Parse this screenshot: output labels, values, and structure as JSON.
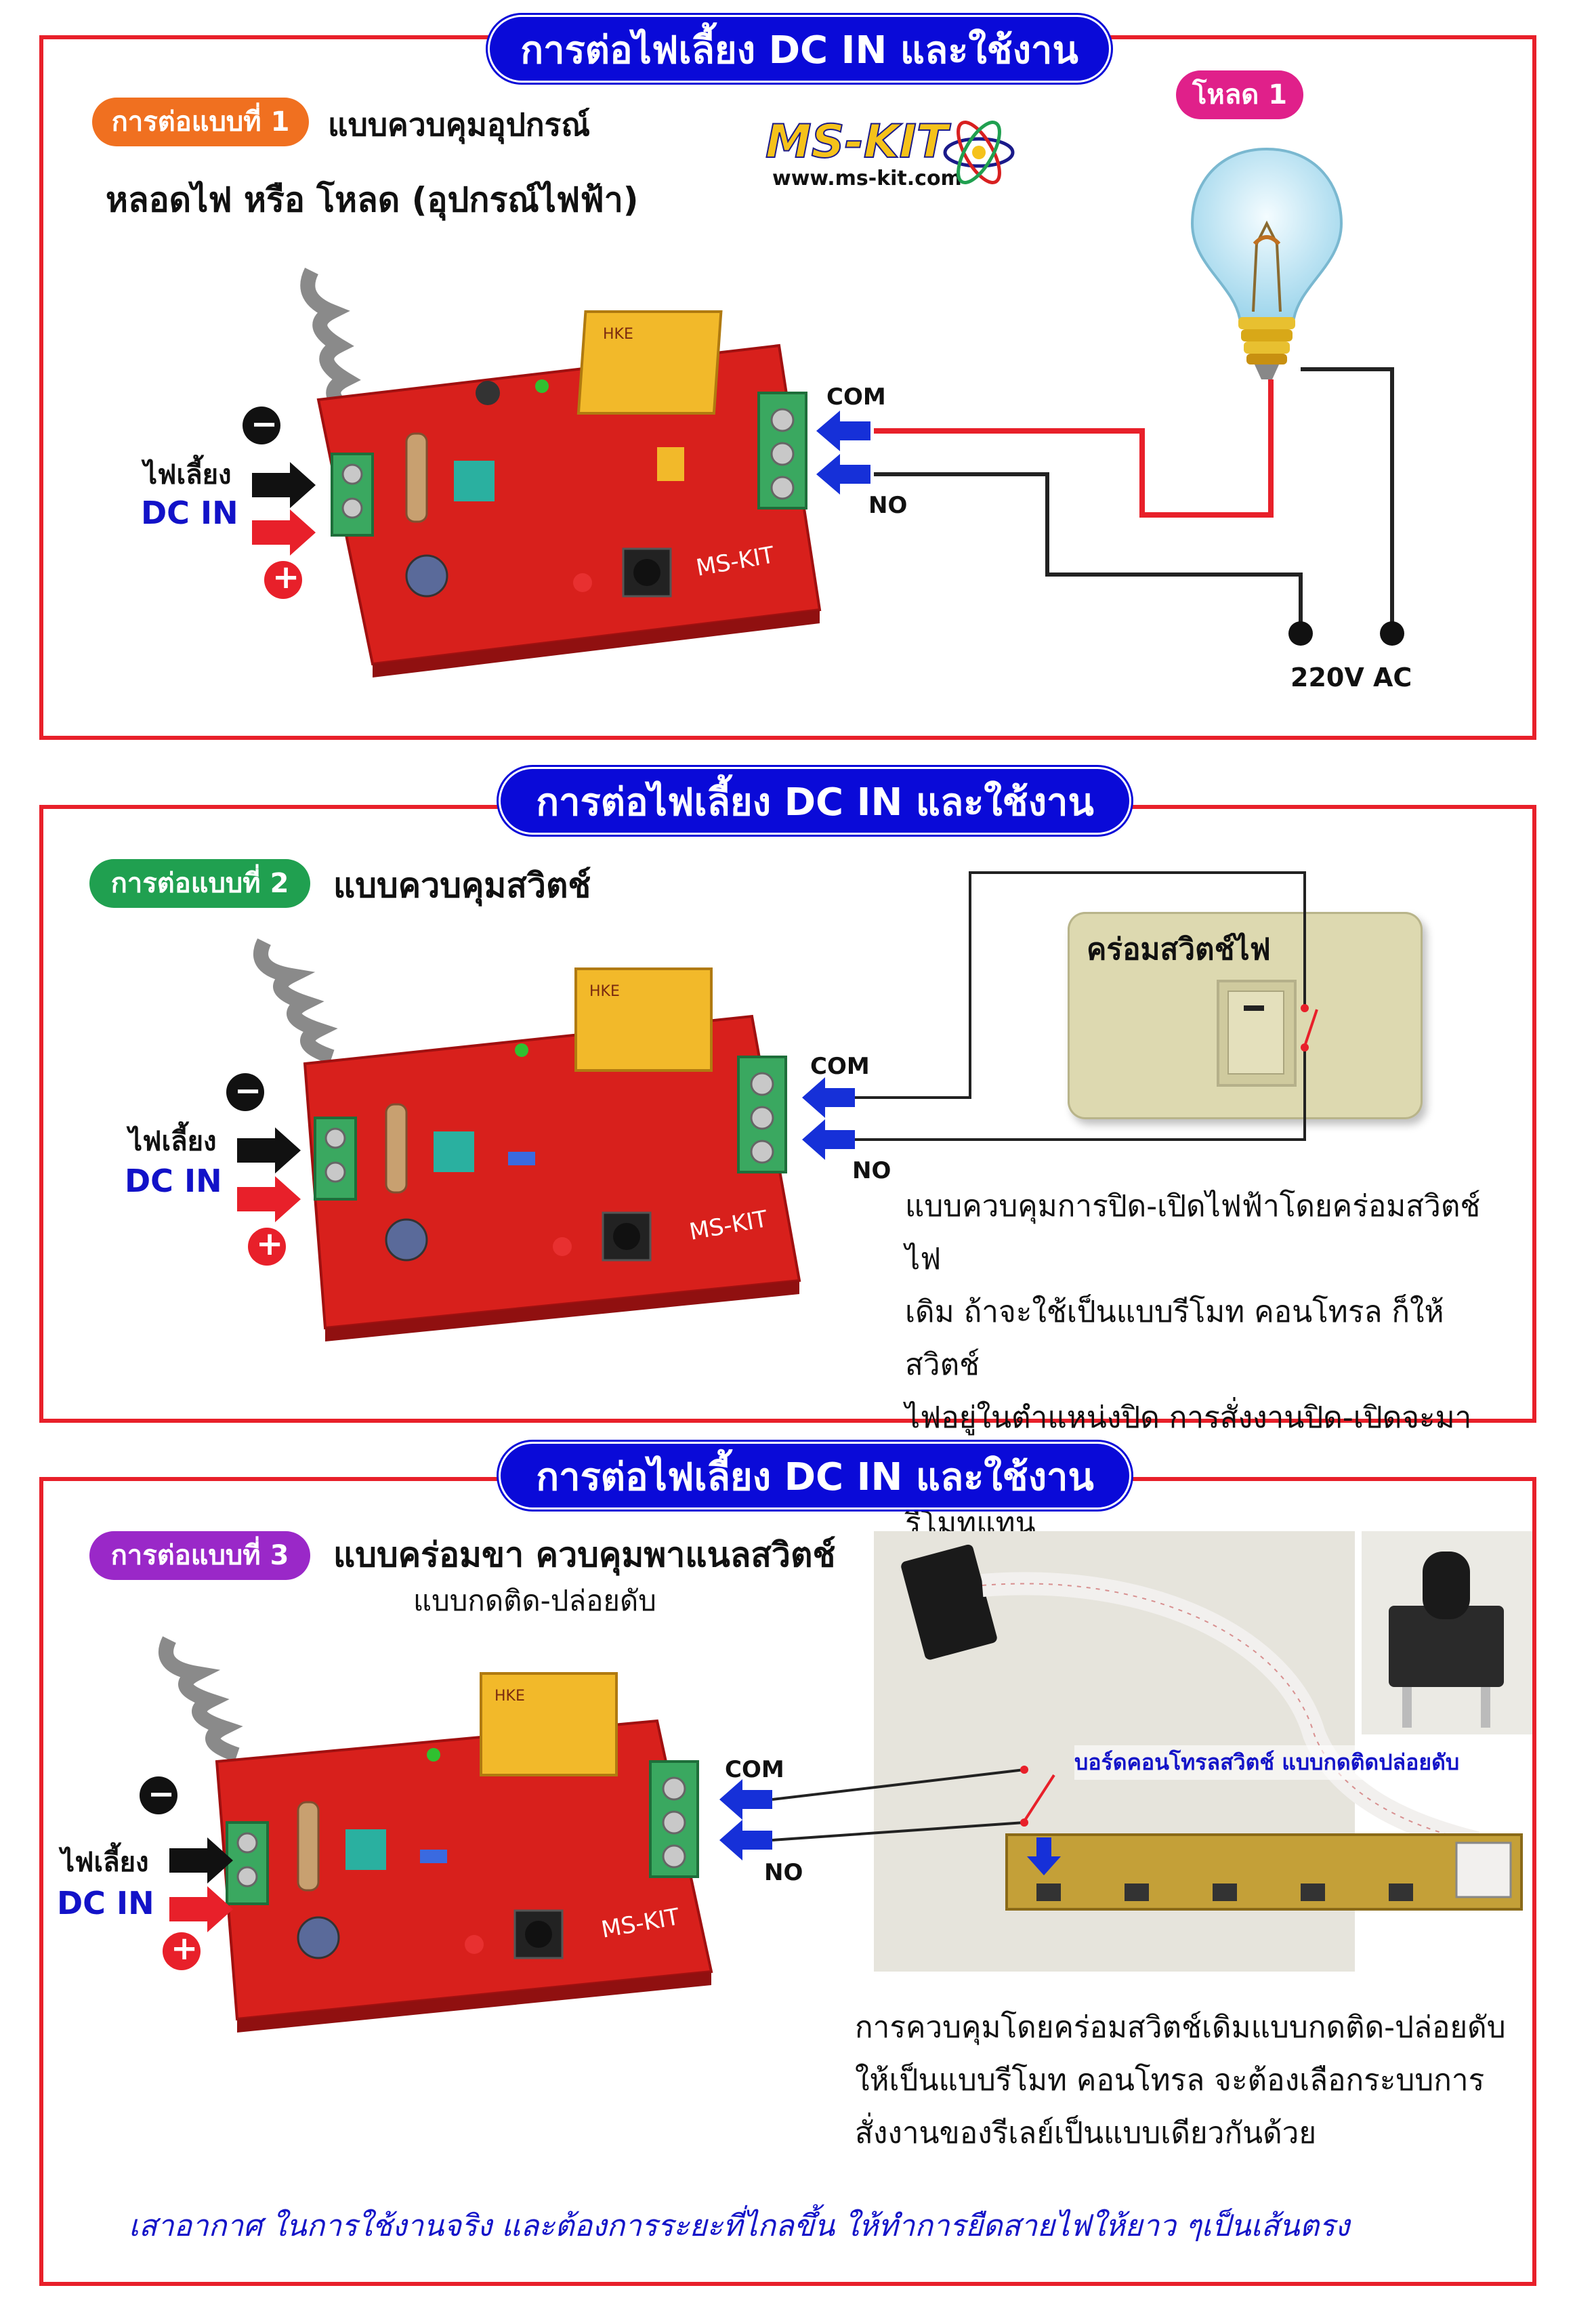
{
  "colors": {
    "panel_border": "#e8202a",
    "title_bg": "#0a0ad8",
    "tag1": "#f07020",
    "tag2": "#20a050",
    "tag3": "#9a28c8",
    "load_tag": "#e0208a",
    "pcb": "#d8201c",
    "relay": "#f2b92a",
    "terminal": "#3aa860",
    "wire_red": "#e8202a",
    "wire_black": "#222222",
    "arrow_blue": "#1630d8",
    "arrow_red": "#e8202a"
  },
  "section1": {
    "title": "การต่อไฟเลี้ยง DC IN และใช้งาน",
    "tag": "การต่อแบบที่ 1",
    "heading": "แบบควบคุมอุปกรณ์",
    "subheading": "หลอดไฟ หรือ โหลด (อุปกรณ์ไฟฟ้า)",
    "logo_text": "MS-KIT",
    "logo_url": "www.ms-kit.com",
    "load_tag": "โหลด 1",
    "com": "COM",
    "no": "NO",
    "supply_label": "ไฟเลี้ยง",
    "dc_in": "DC IN",
    "ac_label": "220V AC",
    "minus": "−",
    "plus": "+"
  },
  "section2": {
    "title": "การต่อไฟเลี้ยง DC IN และใช้งาน",
    "tag": "การต่อแบบที่ 2",
    "heading": "แบบควบคุมสวิตช์",
    "switch_label": "คร่อมสวิตช์ไฟ",
    "com": "COM",
    "no": "NO",
    "supply_label": "ไฟเลี้ยง",
    "dc_in": "DC IN",
    "minus": "−",
    "plus": "+",
    "paragraph": [
      "แบบควบคุมการปิด-เปิดไฟฟ้าโดยคร่อมสวิตช์ไฟ",
      "เดิม ถ้าจะใช้เป็นแบบรีโมท คอนโทรล ก็ให้สวิตช์",
      "ไฟอยู่ในตำแหน่งปิด การสั่งงานปิด-เปิดจะมาจาก",
      "รีโมทแทน"
    ]
  },
  "section3": {
    "title": "การต่อไฟเลี้ยง DC IN และใช้งาน",
    "tag": "การต่อแบบที่ 3",
    "heading": "แบบคร่อมขา ควบคุมพาแนลสวิตช์",
    "subheading": "แบบกดติด-ปล่อยดับ",
    "board_label": "บอร์ดคอนโทรลสวิตช์ แบบกดติดปล่อยดับ",
    "com": "COM",
    "no": "NO",
    "supply_label": "ไฟเลี้ยง",
    "dc_in": "DC IN",
    "minus": "−",
    "plus": "+",
    "paragraph": [
      "การควบคุมโดยคร่อมสวิตช์เดิมแบบกดติด-ปล่อยดับ",
      "ให้เป็นแบบรีโมท  คอนโทรล จะต้องเลือกระบบการ",
      "สั่งงานของรีเลย์เป็นแบบเดียวกันด้วย"
    ],
    "note": "เสาอากาศ ในการใช้งานจริง และต้องการระยะที่ไกลขึ้น ให้ทำการยืดสายไฟให้ยาว ๆเป็นเส้นตรง"
  }
}
